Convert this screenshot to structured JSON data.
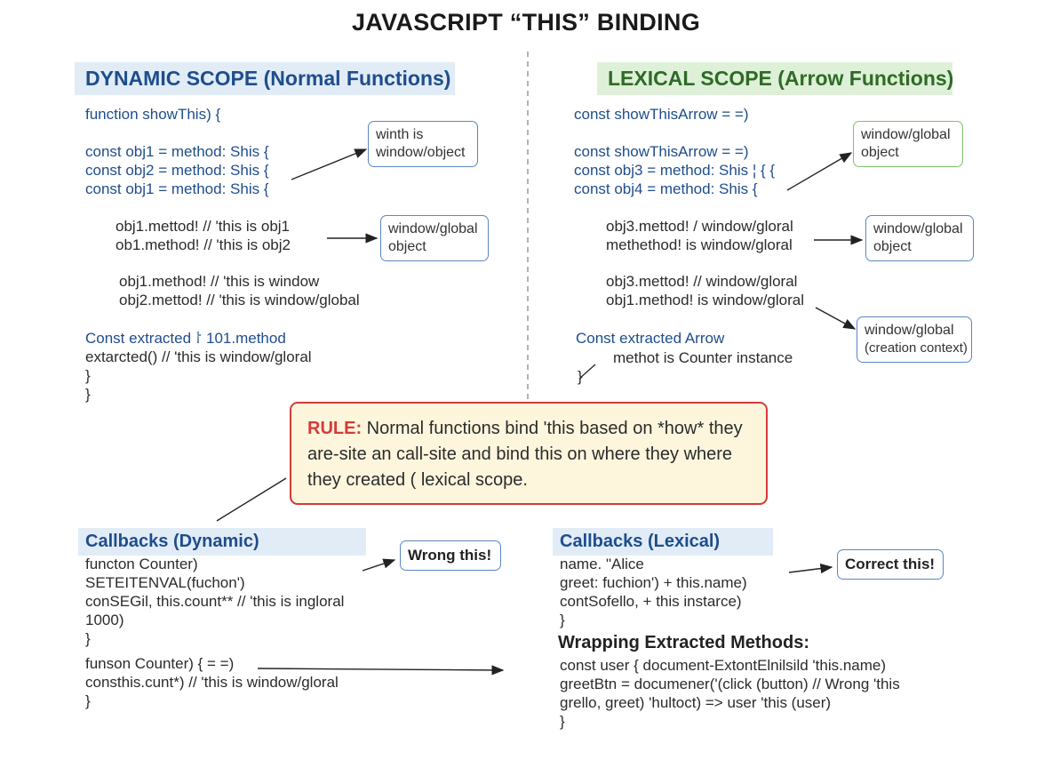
{
  "title": "JAVASCRIPT “THIS” BINDING",
  "dynamic": {
    "header": "DYNAMIC SCOPE (Normal Functions)",
    "lines1": [
      "function showThis) {",
      "",
      "const obj1 = method: Shis {",
      "const obj2 = method: Shis {",
      "const obj1 = method: Shis {"
    ],
    "lines2": [
      "obj1.mettod!  //  'this is obj1",
      "ob1.method!  //  'this is obj2"
    ],
    "lines3": [
      "obj1.method!  //  'this is window",
      "obj2.mettod!  //  'this is window/global"
    ],
    "lines4": [
      "Const extracted  ⸷ 101.method",
      "extarcted()  //  'this is window/gloral",
      "}",
      "}"
    ],
    "box1": [
      "winth is",
      "window/object"
    ],
    "box2": [
      "window/global",
      "object"
    ]
  },
  "lexical": {
    "header": "LEXICAL SCOPE (Arrow Functions)",
    "lines1": [
      "const showThisArrow = =)",
      "",
      "const showThisArrow = =)",
      "const obj3 = method: Shis ¦ {  {",
      "const obj4 = method: Shis {"
    ],
    "lines2": [
      "obj3.mettod!  /  window/gloral",
      "methethod!  is window/gloral"
    ],
    "lines3": [
      "obj3.mettod!  //  window/gloral",
      "obj1.method!  is window/gloral"
    ],
    "lines4a": "Const extracted Arrow",
    "lines4b": [
      "methot is Counter instance",
      "}"
    ],
    "box1": [
      "window/global",
      "object"
    ],
    "box2": [
      "window/global",
      "object"
    ],
    "box3": [
      "window/global",
      "(creation context)"
    ]
  },
  "rule": {
    "label": "RULE:",
    "text": " Normal functions bind 'this based on *how* they are-site an call-site and bind this on where they where they created ( lexical scope."
  },
  "callbacks_dynamic": {
    "header": "Callbacks (Dynamic)",
    "lines1": [
      "functon Counter)",
      "SETEITENVAL(fuchon')",
      "conSEGil, this.count**  //  'this is ingloral",
      "1000)",
      "}"
    ],
    "lines2": [
      "funson Counter) { = =)",
      "consthis.cunt*)  //  'this is window/gloral",
      "}"
    ],
    "badge": "Wrong this!"
  },
  "callbacks_lexical": {
    "header": "Callbacks (Lexical)",
    "lines": [
      "name. \"Alice",
      "greet: fuchion')  +  this.name)",
      "contSofello, + this instarce)",
      "}"
    ],
    "badge": "Correct this!"
  },
  "wrapping": {
    "title": "Wrapping Extracted Methods:",
    "lines": [
      "const user { document-ExtontElnilsild  'this.name)",
      "greetBtn = documener('(click (button)  //  Wrong 'this",
      "grello, greet)  'hultoct)  =>  user  'this (user)",
      "}"
    ]
  }
}
